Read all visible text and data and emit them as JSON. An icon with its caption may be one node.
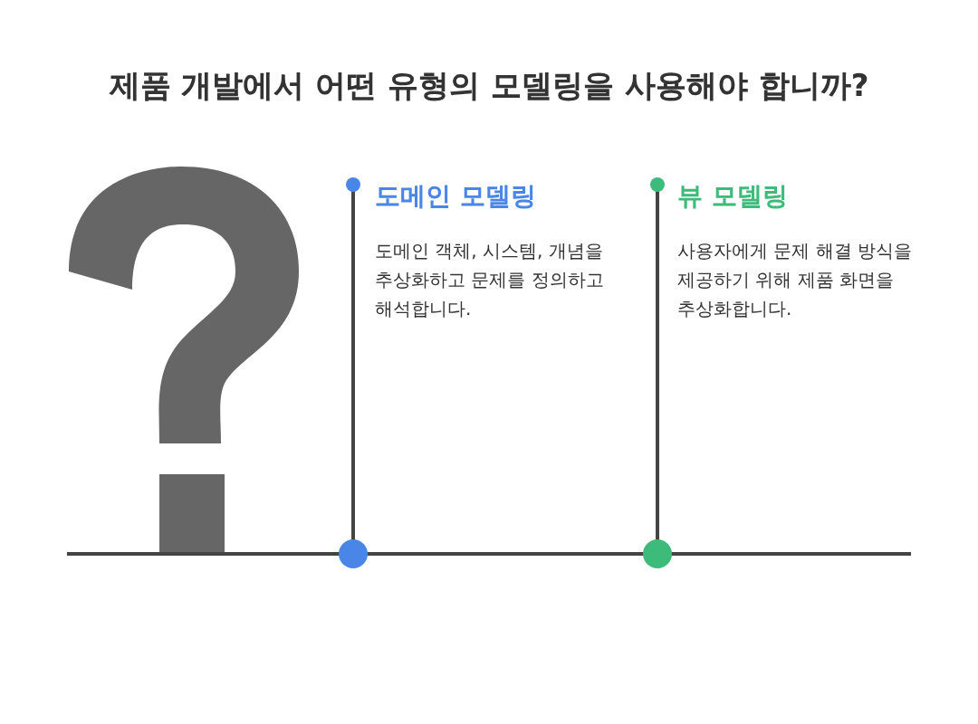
{
  "diagram": {
    "title": "제품 개발에서 어떤 유형의 모델링을 사용해야 합니까?",
    "nodes": [
      {
        "text": [
          "도메인 모델링",
          "도메인 객체, 시스템, 개념을 추상화하고 문제를 정의하고 해석합니다."
        ]
      },
      {
        "text": [
          "뷰 모델링",
          "사용자에게 문제 해결 방식을 제공하기 위해 제품 화면을 추상화합니다."
        ]
      }
    ]
  }
}
